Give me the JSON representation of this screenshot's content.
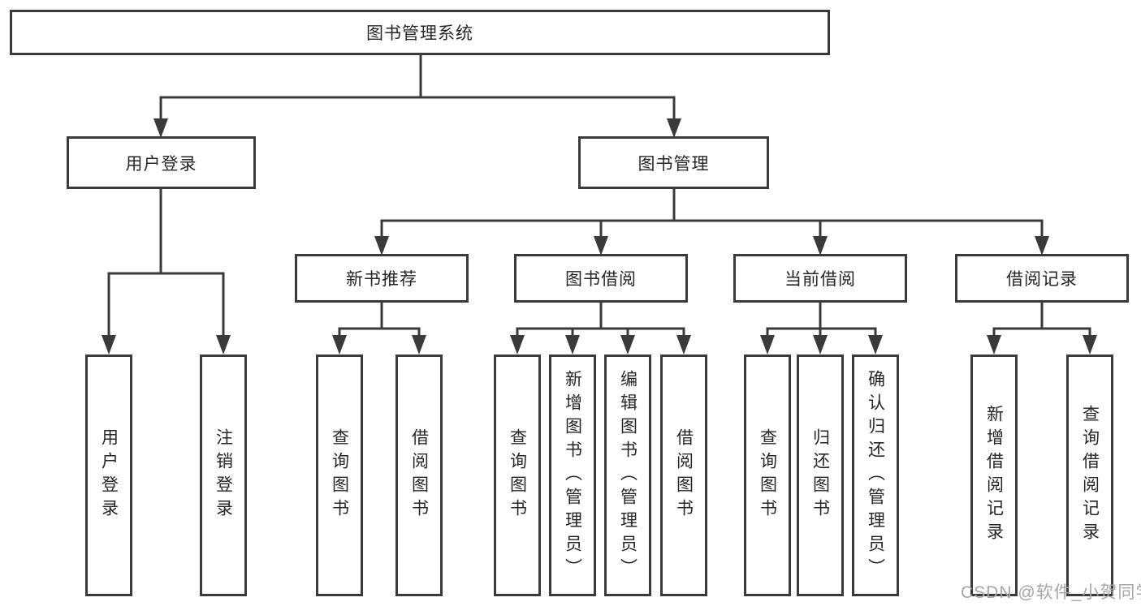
{
  "colors": {
    "line": "#3a3a3a",
    "text": "#262626",
    "watermark": "#a6a6a6",
    "background": "#ffffff"
  },
  "watermark": "CSDN @软件_小贺同学",
  "tree": {
    "root": "图书管理系统",
    "branches": [
      {
        "label": "用户登录",
        "children": [
          "用户登录",
          "注销登录"
        ]
      },
      {
        "label": "图书管理",
        "groups": [
          {
            "label": "新书推荐",
            "children": [
              "查询图书",
              "借阅图书"
            ]
          },
          {
            "label": "图书借阅",
            "children": [
              "查询图书",
              "新增图书（管理员）",
              "编辑图书（管理员）",
              "借阅图书"
            ]
          },
          {
            "label": "当前借阅",
            "children": [
              "查询图书",
              "归还图书",
              "确认归还（管理员）"
            ]
          },
          {
            "label": "借阅记录",
            "children": [
              "新增借阅记录",
              "查询借阅记录"
            ]
          }
        ]
      }
    ]
  }
}
